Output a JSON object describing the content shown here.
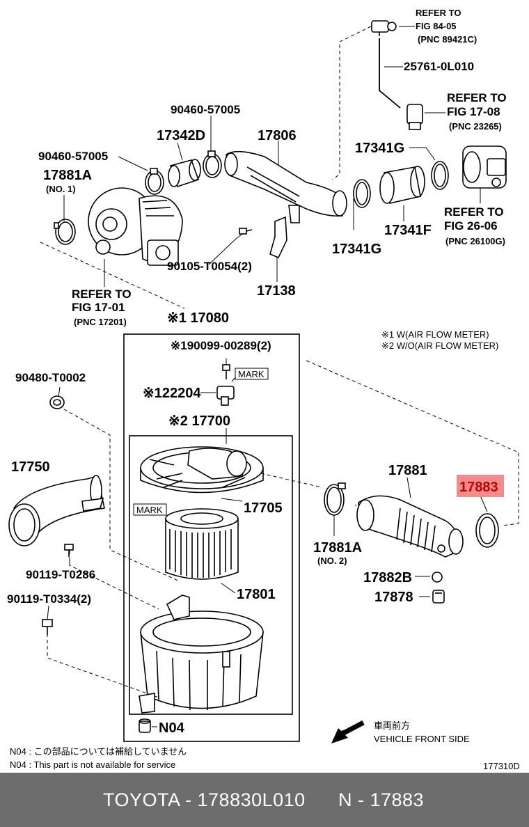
{
  "labels": {
    "refer_84_05": "REFER TO",
    "fig_84_05": "FIG 84-05",
    "pnc_89421c": "(PNC 89421C)",
    "p25761": "25761-0L010",
    "refer_17_08": "REFER TO",
    "fig_17_08": "FIG 17-08",
    "pnc_23265": "(PNC 23265)",
    "p90460_top": "90460-57005",
    "p17342d": "17342D",
    "p17806": "17806",
    "p90460_left": "90460-57005",
    "p17881a_1": "17881A",
    "no1": "(NO. 1)",
    "p17341g_top": "17341G",
    "p17341f": "17341F",
    "p17341g_bot": "17341G",
    "refer_26_06": "REFER TO",
    "fig_26_06": "FIG 26-06",
    "pnc_26100g": "(PNC 26100G)",
    "p90105": "90105-T0054(2)",
    "p17138": "17138",
    "refer_17_01": "REFER TO",
    "fig_17_01": "FIG 17-01",
    "pnc_17201": "(PNC 17201)",
    "p17080": "※1 17080",
    "note1": "※1 W(AIR FLOW METER)",
    "note2": "※2 W/O(AIR FLOW METER)",
    "p90099": "※190099-00289(2)",
    "mark1": "MARK",
    "p22204": "※122204",
    "p17700": "※2 17700",
    "p90480": "90480-T0002",
    "p17750": "17750",
    "p17881": "17881",
    "p17883": "17883",
    "p17705": "17705",
    "mark2": "MARK",
    "p17881a_2": "17881A",
    "no2": "(NO. 2)",
    "p17882b": "17882B",
    "p90119_t0286": "90119-T0286",
    "p17801": "17801",
    "p17878": "17878",
    "p90119_t0334": "90119-T0334(2)",
    "p_n04": "N04",
    "front_jp": "車両前方",
    "front_en": "VEHICLE FRONT SIDE",
    "note_jp": "N04 : この部品については補給していません",
    "note_en": "N04 : This part is not available for service",
    "fig_code": "177310D"
  },
  "footer": {
    "part_number": "TOYOTA - 178830L010",
    "ref_number": "N - 17883"
  },
  "colors": {
    "highlight_bg": "#f08c8c",
    "highlight_text": "#c00000",
    "footer_bg": "#6d6d6d"
  }
}
